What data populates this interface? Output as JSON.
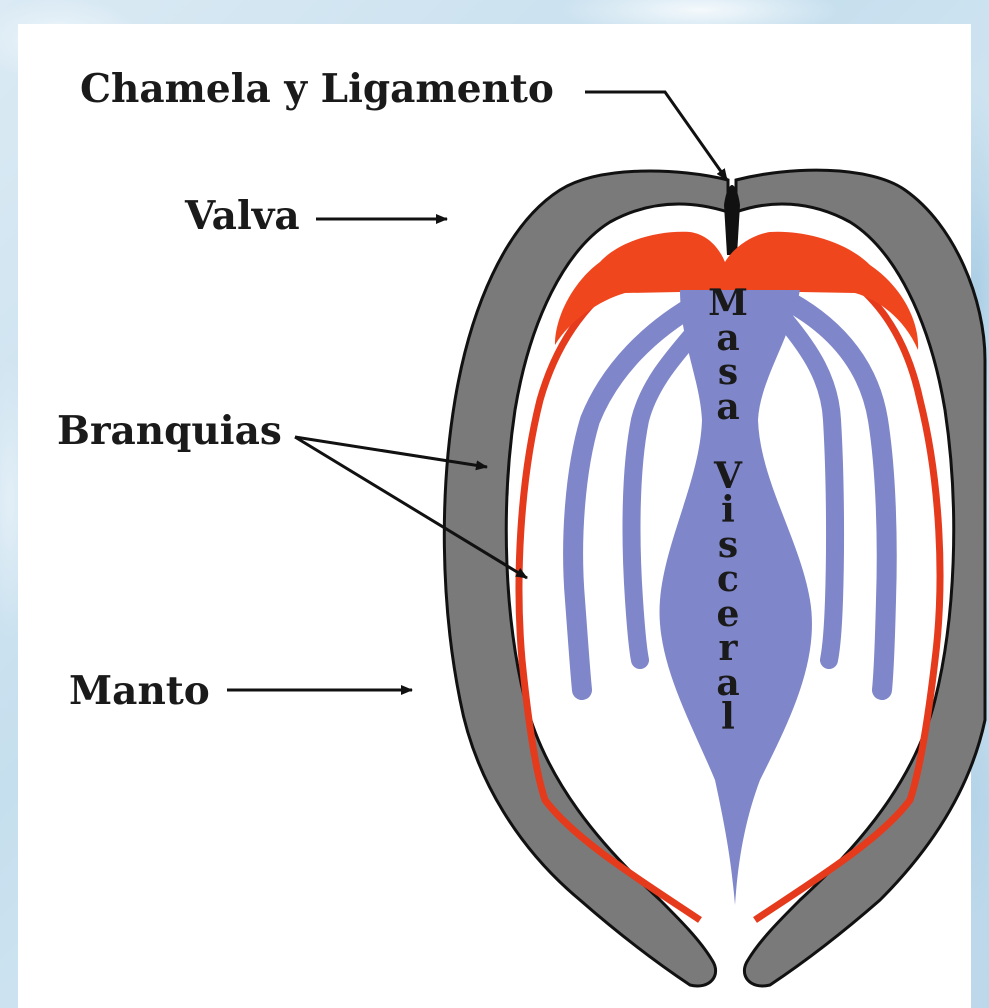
{
  "labels": {
    "hinge": "Chamela y Ligamento",
    "valve": "Valva",
    "gills": "Branquias",
    "mantle": "Manto",
    "visceral_mass_line1": "Masa",
    "visceral_mass_line2": "Visceral"
  },
  "colors": {
    "background": "#cfe3f0",
    "panel": "#ffffff",
    "shell": "#7a7a7a",
    "mantle": "#e63a1c",
    "mantle_top": "#f0461e",
    "viscera": "#7f86c9",
    "outline": "#111111",
    "text": "#1a1a1a"
  },
  "icons": [
    "arrow-right",
    "arrow-diagonal"
  ]
}
